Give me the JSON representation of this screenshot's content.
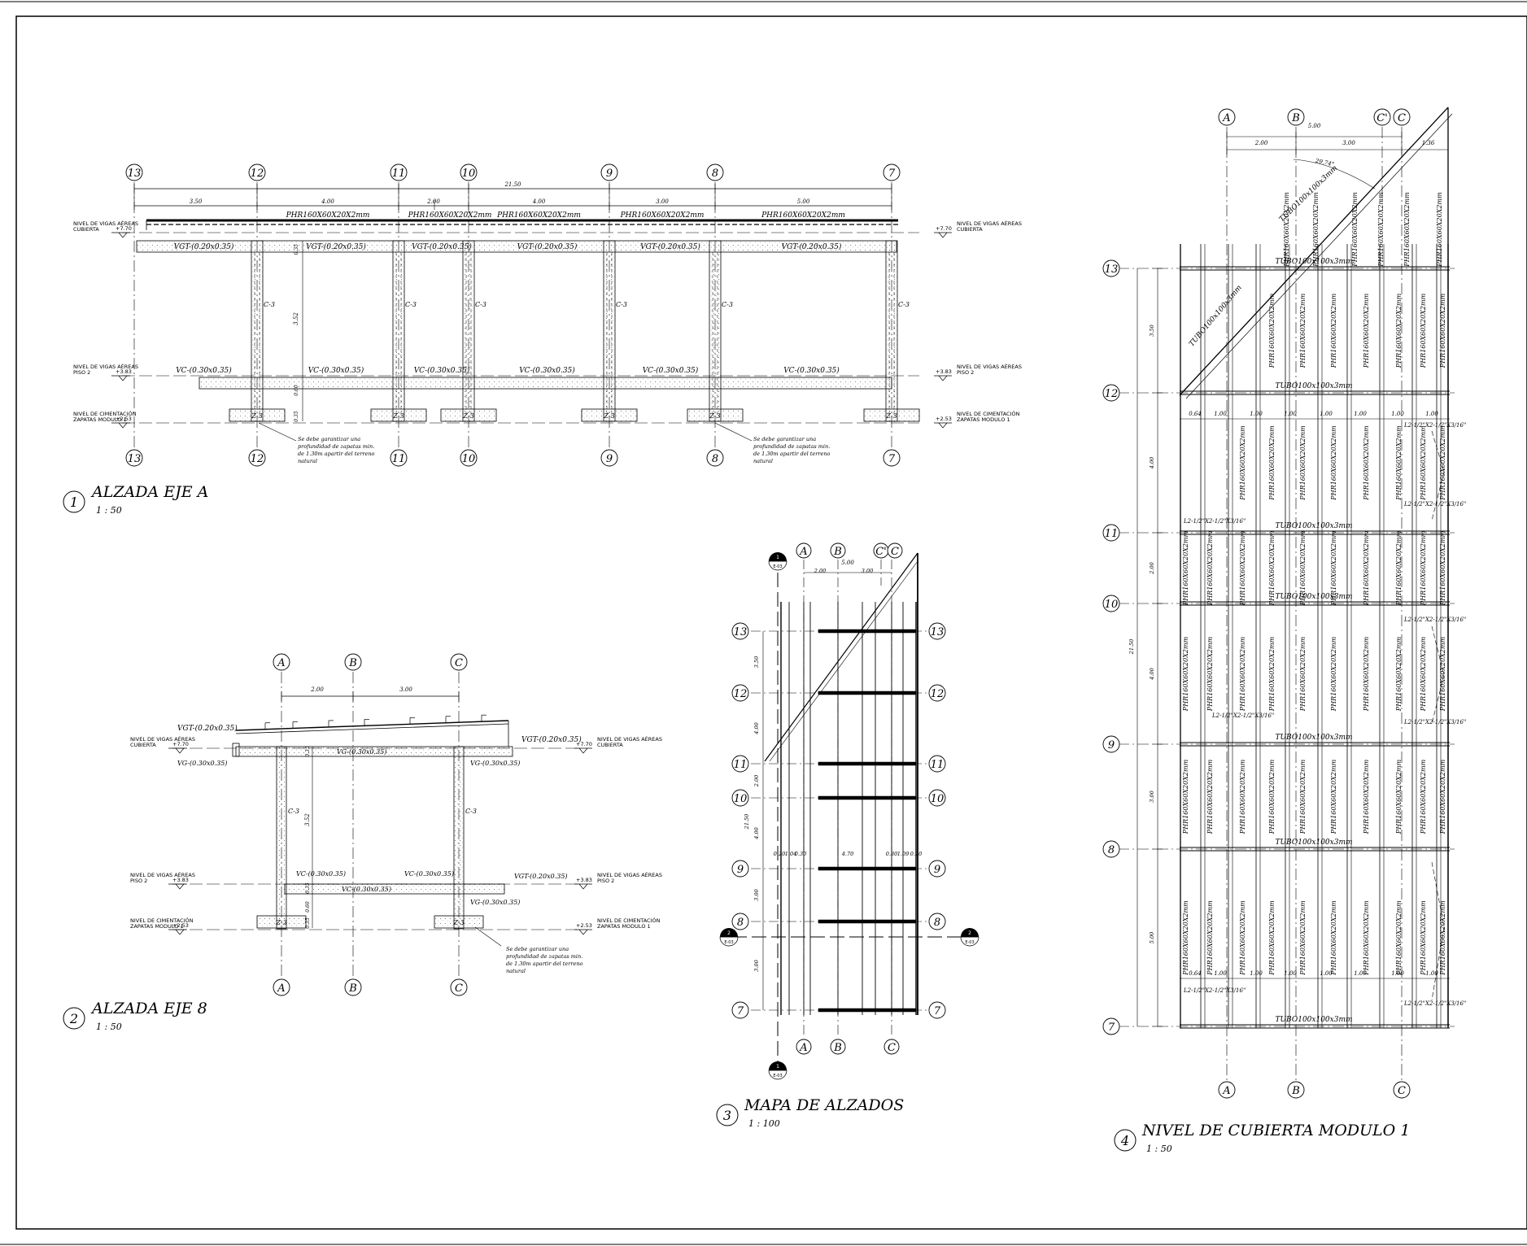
{
  "views": {
    "v1": {
      "num": "1",
      "title": "ALZADA EJE A",
      "scale": "1 : 50"
    },
    "v2": {
      "num": "2",
      "title": "ALZADA EJE 8",
      "scale": "1 : 50"
    },
    "v3": {
      "num": "3",
      "title": "MAPA DE ALZADOS",
      "scale": "1 : 100"
    },
    "v4": {
      "num": "4",
      "title": "NIVEL DE CUBIERTA MODULO 1",
      "scale": "1 : 50"
    }
  },
  "levels": {
    "cubierta": {
      "line1": "NIVEL DE VIGAS AÉREAS",
      "line2": "CUBIERTA",
      "elev": "+7.70"
    },
    "piso2": {
      "line1": "NIVEL DE VIGAS AÉREAS",
      "line2": "PISO 2",
      "elev": "+3.83"
    },
    "cimentacion": {
      "line1": "NIVEL DE CIMENTACIÓN",
      "line2": "ZAPATAS MODULO 1",
      "elev": "+2.53"
    }
  },
  "v1": {
    "axes": [
      "13",
      "12",
      "11",
      "10",
      "9",
      "8",
      "7"
    ],
    "total": "21.50",
    "spans": [
      "3.50",
      "4.00",
      "2.00",
      "4.00",
      "3.00",
      "5.00"
    ],
    "purlins": [
      "PHR160X60X20X2mm",
      "PHR160X60X20X2mm",
      "PHR160X60X20X2mm",
      "PHR160X60X20X2mm",
      "PHR160X60X20X2mm"
    ],
    "vgt": "VGT-(0.20x0.35)",
    "vc": "VC-(0.30x0.35)",
    "col": "C-3",
    "footing": "Z-3",
    "height": "3.52",
    "d035": "0.35",
    "d060": "0.60",
    "note": [
      "Se debe garantizar una",
      "profundidad de zapatas min.",
      "de 1.30m apartir del terreno",
      "natural"
    ]
  },
  "v2": {
    "axes": [
      "A",
      "B",
      "C"
    ],
    "spans": [
      "2.00",
      "3.00"
    ],
    "vgt": "VGT-(0.20x0.35)",
    "vg": "VG-(0.30x0.35)",
    "vc": "VC-(0.30x0.35)",
    "col": "C-3",
    "footing": "Z-3",
    "height": "3.52",
    "d035": "0.35",
    "d060": "0.60"
  },
  "v3": {
    "axes_top": [
      "A",
      "B",
      "C'",
      "C"
    ],
    "axes_bot": [
      "A",
      "B",
      "C"
    ],
    "rows": [
      "13",
      "12",
      "11",
      "10",
      "9",
      "8",
      "7"
    ],
    "top_total": "5.00",
    "top_spans": [
      "2.00",
      "3.00"
    ],
    "row_dims": [
      "3.50",
      "4.00",
      "2.00",
      "4.00",
      "3.00",
      "3.00"
    ],
    "total": "21.50",
    "mid_dims": [
      "0.20",
      "1.04",
      "0.30",
      "4.70",
      "0.30",
      "1.09",
      "0.20"
    ],
    "sec1": "1",
    "sec2": "2",
    "sheet_ref": "E-03"
  },
  "v4": {
    "axes_top": [
      "A",
      "B",
      "C'",
      "C"
    ],
    "axes_bot": [
      "A",
      "B",
      "C"
    ],
    "rows": [
      "13",
      "12",
      "11",
      "10",
      "9",
      "8",
      "7"
    ],
    "top_total": "5.00",
    "top_spans": [
      "2.00",
      "3.00",
      "1.36"
    ],
    "angle": "29.74°",
    "row_dims": [
      "3.50",
      "4.00",
      "2.00",
      "4.00",
      "3.00",
      "5.00"
    ],
    "total": "21.50",
    "bay_dims": [
      "0.64",
      "1.00",
      "1.00",
      "1.00",
      "1.00",
      "1.00",
      "1.00",
      "1.00"
    ],
    "purlin": "PHR160X60X20X2mm",
    "tube": "TUBO100x100x3mm",
    "angle_brace": "L2-1/2\"X2-1/2\"X3/16\""
  }
}
